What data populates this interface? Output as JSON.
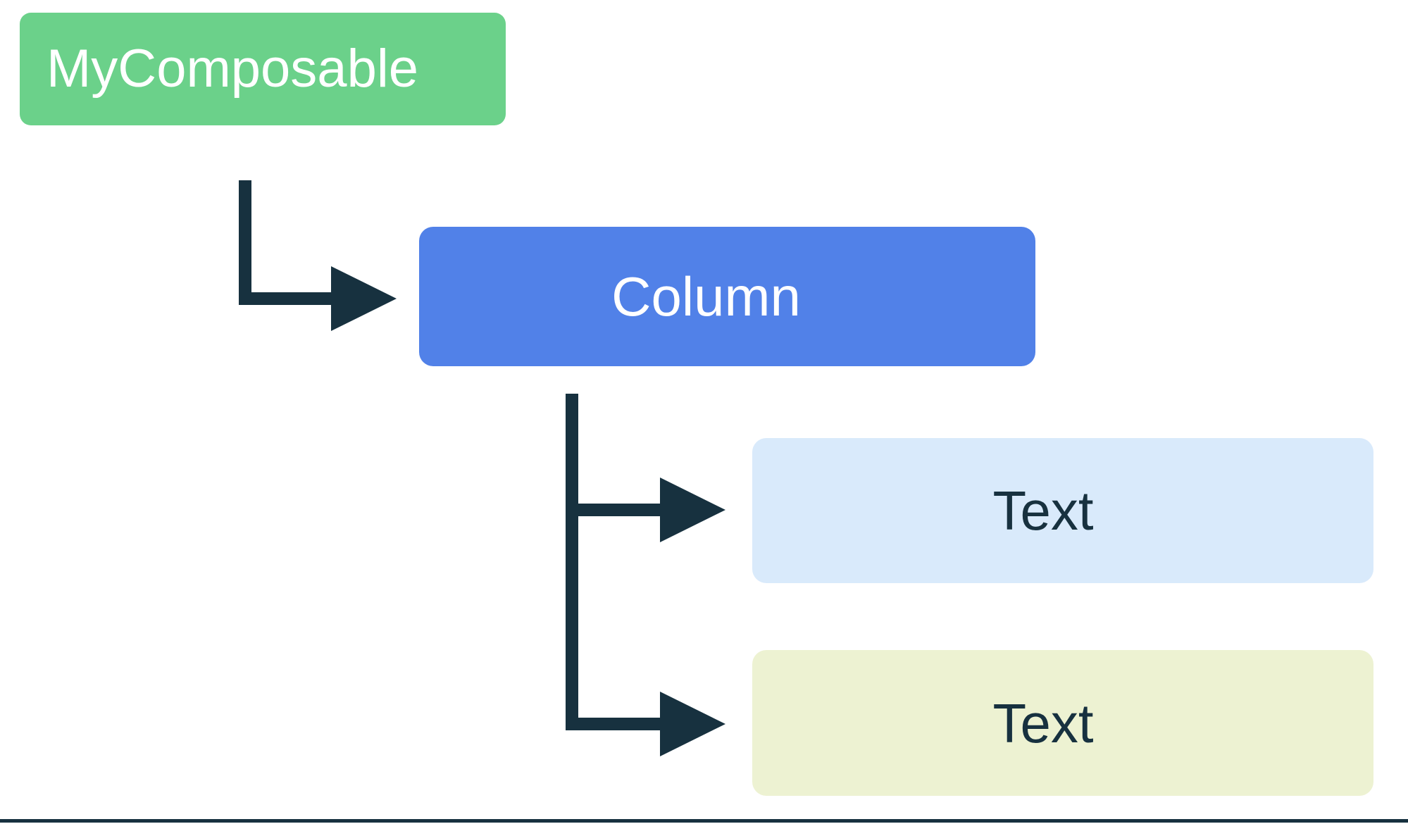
{
  "diagram": {
    "type": "composable-hierarchy-tree",
    "title": "MyComposable composition tree",
    "background_color": "#FFFFFF",
    "connector_color": "#17313F",
    "connector_stroke_width": 17,
    "nodes": [
      {
        "id": "root",
        "label": "MyComposable",
        "level": 0,
        "fill": "#6BD18A",
        "text_color": "#FFFFFF",
        "icon": "node-box-icon"
      },
      {
        "id": "column",
        "label": "Column",
        "level": 1,
        "fill": "#5181E8",
        "text_color": "#FFFFFF",
        "icon": "node-box-icon"
      },
      {
        "id": "text-1",
        "label": "Text",
        "level": 2,
        "fill": "#D9EAFB",
        "text_color": "#17313F",
        "icon": "node-box-icon"
      },
      {
        "id": "text-2",
        "label": "Text",
        "level": 2,
        "fill": "#EDF2D2",
        "text_color": "#17313F",
        "icon": "node-box-icon"
      }
    ],
    "edges": [
      {
        "id": "edge-root-column",
        "from": "root",
        "to": "column",
        "style": "elbow-arrow",
        "icon": "arrow-right-icon"
      },
      {
        "id": "edge-column-text-1",
        "from": "column",
        "to": "text-1",
        "style": "elbow-arrow",
        "icon": "arrow-right-icon"
      },
      {
        "id": "edge-column-text-2",
        "from": "column",
        "to": "text-2",
        "style": "elbow-arrow",
        "icon": "arrow-right-icon"
      }
    ],
    "footer_rule": {
      "visible": true,
      "color": "#17313F"
    }
  }
}
